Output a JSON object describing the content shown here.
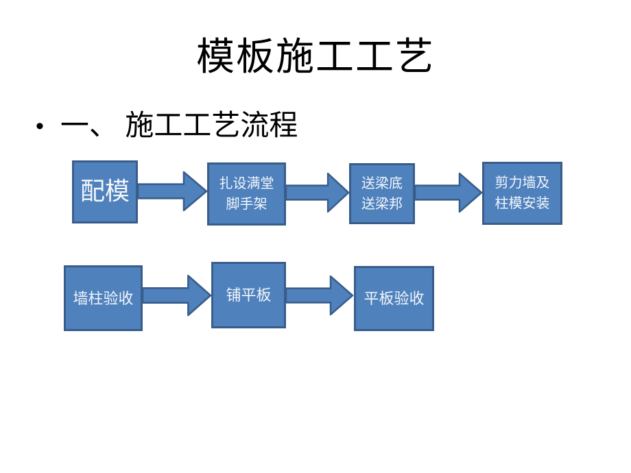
{
  "slide": {
    "title": "模板施工工艺",
    "bullet_marker": "•",
    "bullet_text": "一、 施工工艺流程"
  },
  "flowchart": {
    "row1": [
      {
        "step": 1,
        "label": "配模"
      },
      {
        "step": 2,
        "label": "扎设满堂\n脚手架"
      },
      {
        "step": 3,
        "label": "送梁底\n送梁邦"
      },
      {
        "step": 4,
        "label": "剪力墙及\n柱模安装"
      }
    ],
    "row2": [
      {
        "step": 5,
        "label": "墙柱验收"
      },
      {
        "step": 6,
        "label": "铺平板"
      },
      {
        "step": 7,
        "label": "平板验收"
      }
    ],
    "connections": [
      "配模 → 扎设满堂脚手架",
      "扎设满堂脚手架 → 送梁底送梁邦",
      "送梁底送梁邦 → 剪力墙及柱模安装",
      "墙柱验收 → 铺平板",
      "铺平板 → 平板验收"
    ],
    "colors": {
      "box_fill": "#4f81bd",
      "box_border": "#385d8a",
      "box_text": "#ffffff",
      "background": "#ffffff",
      "heading_text": "#000000"
    }
  }
}
